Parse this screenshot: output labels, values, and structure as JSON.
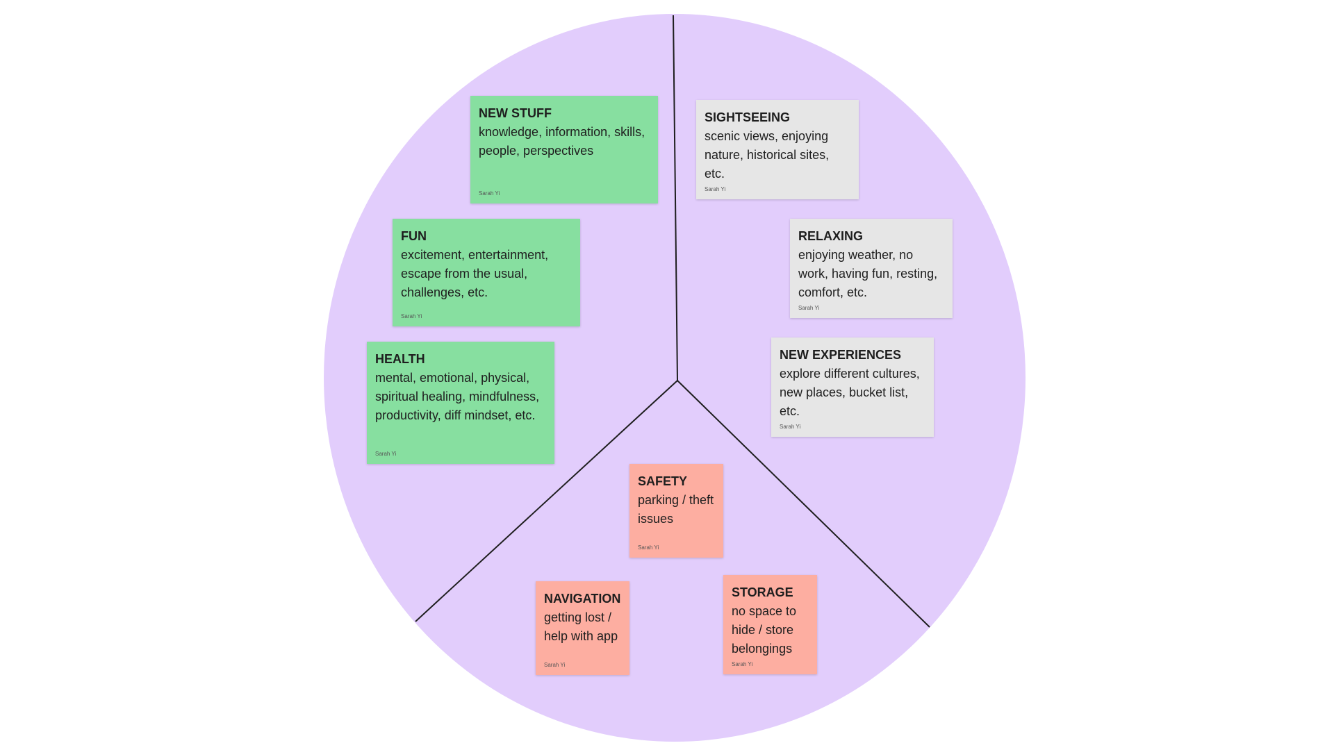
{
  "colors": {
    "background": "#ffffff",
    "circle": "#e2cdfc",
    "divider": "#1e1e1e",
    "green": "#87dfa0",
    "gray": "#e6e6e6",
    "red": "#fdaea1"
  },
  "stickies": {
    "new_stuff": {
      "title": "NEW STUFF",
      "body": "knowledge, information, skills, people, perspectives",
      "author": "Sarah Yi"
    },
    "fun": {
      "title": "FUN",
      "body": "excitement, entertainment, escape from the usual, challenges, etc.",
      "author": "Sarah Yi"
    },
    "health": {
      "title": "HEALTH",
      "body": "mental, emotional, physical, spiritual healing, mindfulness, productivity, diff mindset, etc.",
      "author": "Sarah Yi"
    },
    "sightseeing": {
      "title": "SIGHTSEEING",
      "body": "scenic views, enjoying nature, historical sites, etc.",
      "author": "Sarah Yi"
    },
    "relaxing": {
      "title": "RELAXING",
      "body": "enjoying weather, no work, having fun, resting, comfort, etc.",
      "author": "Sarah Yi"
    },
    "new_experiences": {
      "title": "NEW EXPERIENCES",
      "body": "explore different cultures, new places, bucket list, etc.",
      "author": "Sarah Yi"
    },
    "safety": {
      "title": "SAFETY",
      "body": "parking / theft issues",
      "author": "Sarah Yi"
    },
    "navigation": {
      "title": "NAVIGATION",
      "body": "getting lost / help with app",
      "author": "Sarah Yi"
    },
    "storage": {
      "title": "STORAGE",
      "body": "no space to hide / store belongings",
      "author": "Sarah Yi"
    }
  }
}
